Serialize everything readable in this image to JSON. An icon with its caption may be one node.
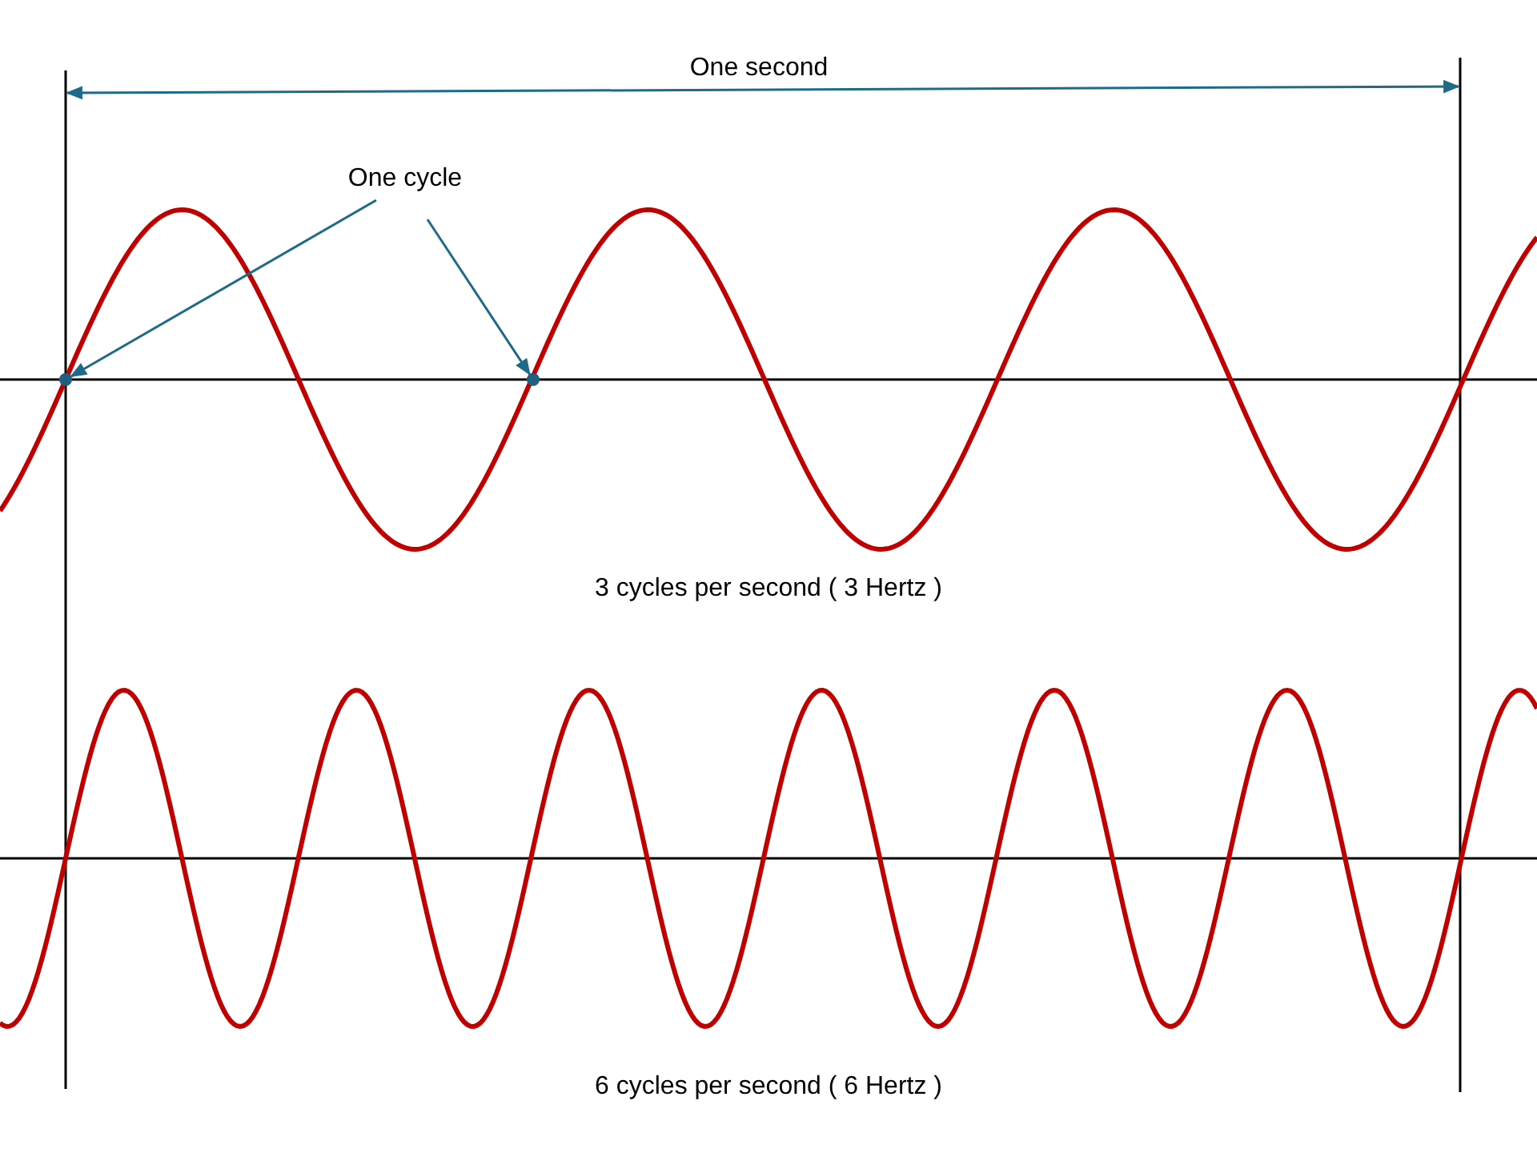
{
  "diagram": {
    "nodes": [
      {
        "text": [
          "One cycle"
        ]
      },
      {
        "text": [],
        "shape": "circle"
      },
      {
        "text": [],
        "shape": "circle"
      }
    ],
    "edges": [
      {
        "from": 0,
        "to": 1,
        "arrow": "to"
      },
      {
        "from": 0,
        "to": 2,
        "arrow": "to"
      }
    ],
    "labels": [
      "One second",
      "3 cycles per second ( 3 Hertz )",
      "6 cycles per second ( 6 Hertz )"
    ]
  }
}
